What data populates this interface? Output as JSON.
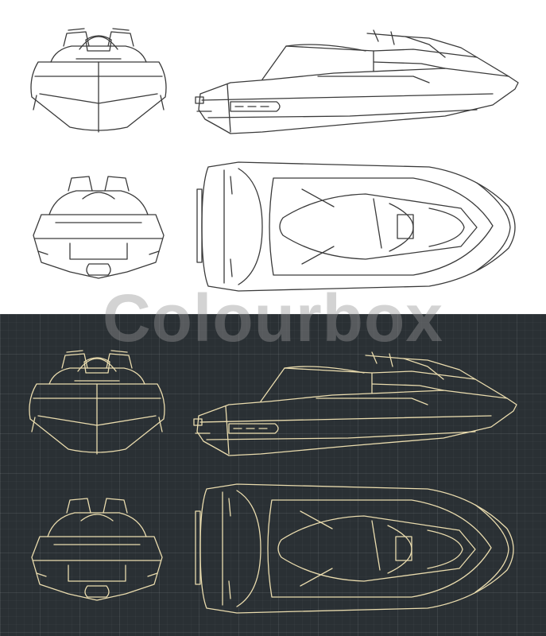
{
  "watermark": {
    "text": "Colourbox"
  },
  "colors": {
    "light_background": "#ffffff",
    "light_ink": "#3a3a3a",
    "dark_background": "#2a3034",
    "dark_ink": "#eadcae",
    "watermark": "#969696"
  },
  "views": [
    "front",
    "side",
    "rear",
    "top"
  ]
}
